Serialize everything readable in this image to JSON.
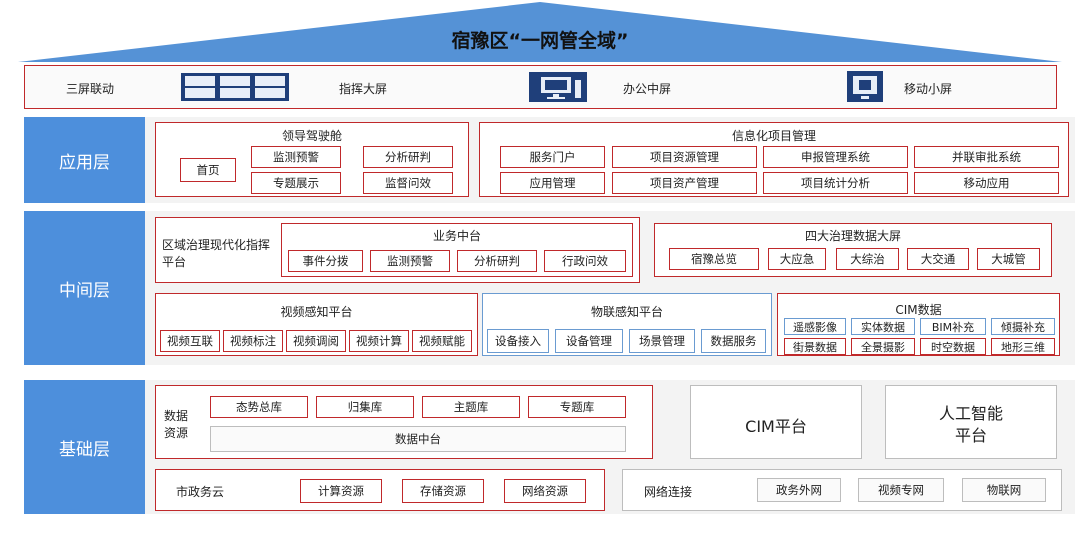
{
  "title": "宿豫区“一网管全域”",
  "screens": {
    "label": "三屏联动",
    "items": [
      {
        "label": "指挥大屏",
        "icon": "video-wall-icon"
      },
      {
        "label": "办公中屏",
        "icon": "desktop-monitor-icon"
      },
      {
        "label": "移动小屏",
        "icon": "mobile-screen-icon"
      }
    ]
  },
  "layers": {
    "app": "应用层",
    "middle": "中间层",
    "base": "基础层"
  },
  "app": {
    "cockpit": {
      "title": "领导驾驶舱",
      "home": "首页",
      "items": [
        "监测预警",
        "分析研判",
        "专题展示",
        "监督问效"
      ]
    },
    "info": {
      "title": "信息化项目管理",
      "items": [
        "服务门户",
        "项目资源管理",
        "申报管理系统",
        "并联审批系统",
        "应用管理",
        "项目资产管理",
        "项目统计分析",
        "移动应用"
      ]
    }
  },
  "middle": {
    "platform_label": "区域治理现代化指挥平台",
    "business": {
      "title": "业务中台",
      "items": [
        "事件分拨",
        "监测预警",
        "分析研判",
        "行政问效"
      ]
    },
    "big4": {
      "title": "四大治理数据大屏",
      "items": [
        "宿豫总览",
        "大应急",
        "大综治",
        "大交通",
        "大城管"
      ]
    },
    "video": {
      "title": "视频感知平台",
      "items": [
        "视频互联",
        "视频标注",
        "视频调阅",
        "视频计算",
        "视频赋能"
      ]
    },
    "iot": {
      "title": "物联感知平台",
      "items": [
        "设备接入",
        "设备管理",
        "场景管理",
        "数据服务"
      ]
    },
    "cim": {
      "title": "CIM数据",
      "items": [
        "遥感影像",
        "实体数据",
        "BIM补充",
        "倾摄补充",
        "街景数据",
        "全景摄影",
        "时空数据",
        "地形三维"
      ]
    }
  },
  "base": {
    "data_label": "数据资源",
    "libs": [
      "态势总库",
      "归集库",
      "主题库",
      "专题库"
    ],
    "center": "数据中台",
    "cim_platform": "CIM平台",
    "ai_platform": "人工智能平台",
    "cloud": {
      "label": "市政务云",
      "items": [
        "计算资源",
        "存储资源",
        "网络资源"
      ]
    },
    "network": {
      "label": "网络连接",
      "items": [
        "政务外网",
        "视频专网",
        "物联网"
      ]
    }
  },
  "colors": {
    "roof": "#5592d6",
    "layer": "#4d8fdc",
    "red_border": "#c0292b",
    "blue_border": "#6a9bd1",
    "gray_border": "#bdbdbd"
  }
}
